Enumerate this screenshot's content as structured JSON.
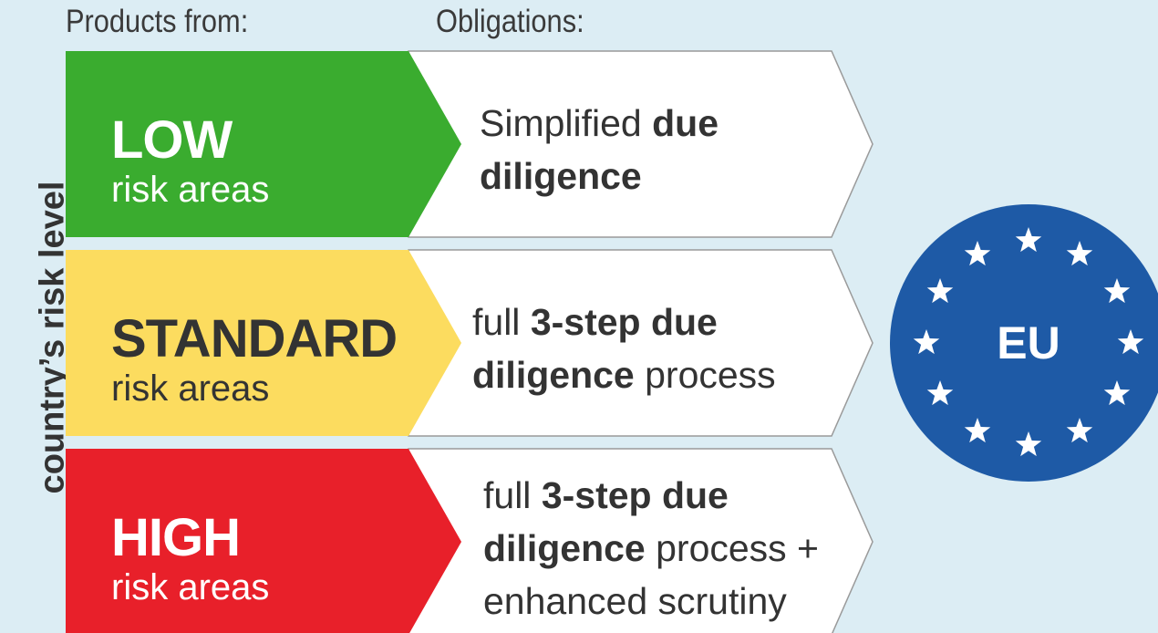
{
  "headers": {
    "products": "Products from:",
    "obligations": "Obligations:"
  },
  "axis_label": "country’s risk level",
  "tiers": [
    {
      "name": "LOW",
      "sub": "risk areas",
      "color": "#3aac2f",
      "obligation": {
        "p1": "Simplified ",
        "b1": "due",
        "b2": "diligence",
        "p2": ""
      }
    },
    {
      "name": "STANDARD",
      "sub": "risk areas",
      "color": "#fcdc5f",
      "obligation": {
        "p1": "full ",
        "b1": "3-step due",
        "b2": "diligence",
        "p2": " process"
      }
    },
    {
      "name": "HIGH",
      "sub": "risk areas",
      "color": "#e8202a",
      "obligation": {
        "p1": "full ",
        "b1": "3-step due",
        "b2": "diligence",
        "p2": " process +",
        "p3": "enhanced scrutiny"
      }
    }
  ],
  "eu": {
    "label": "EU",
    "color": "#1e5aa6",
    "star_count": 12,
    "star_icon": "star-icon"
  }
}
